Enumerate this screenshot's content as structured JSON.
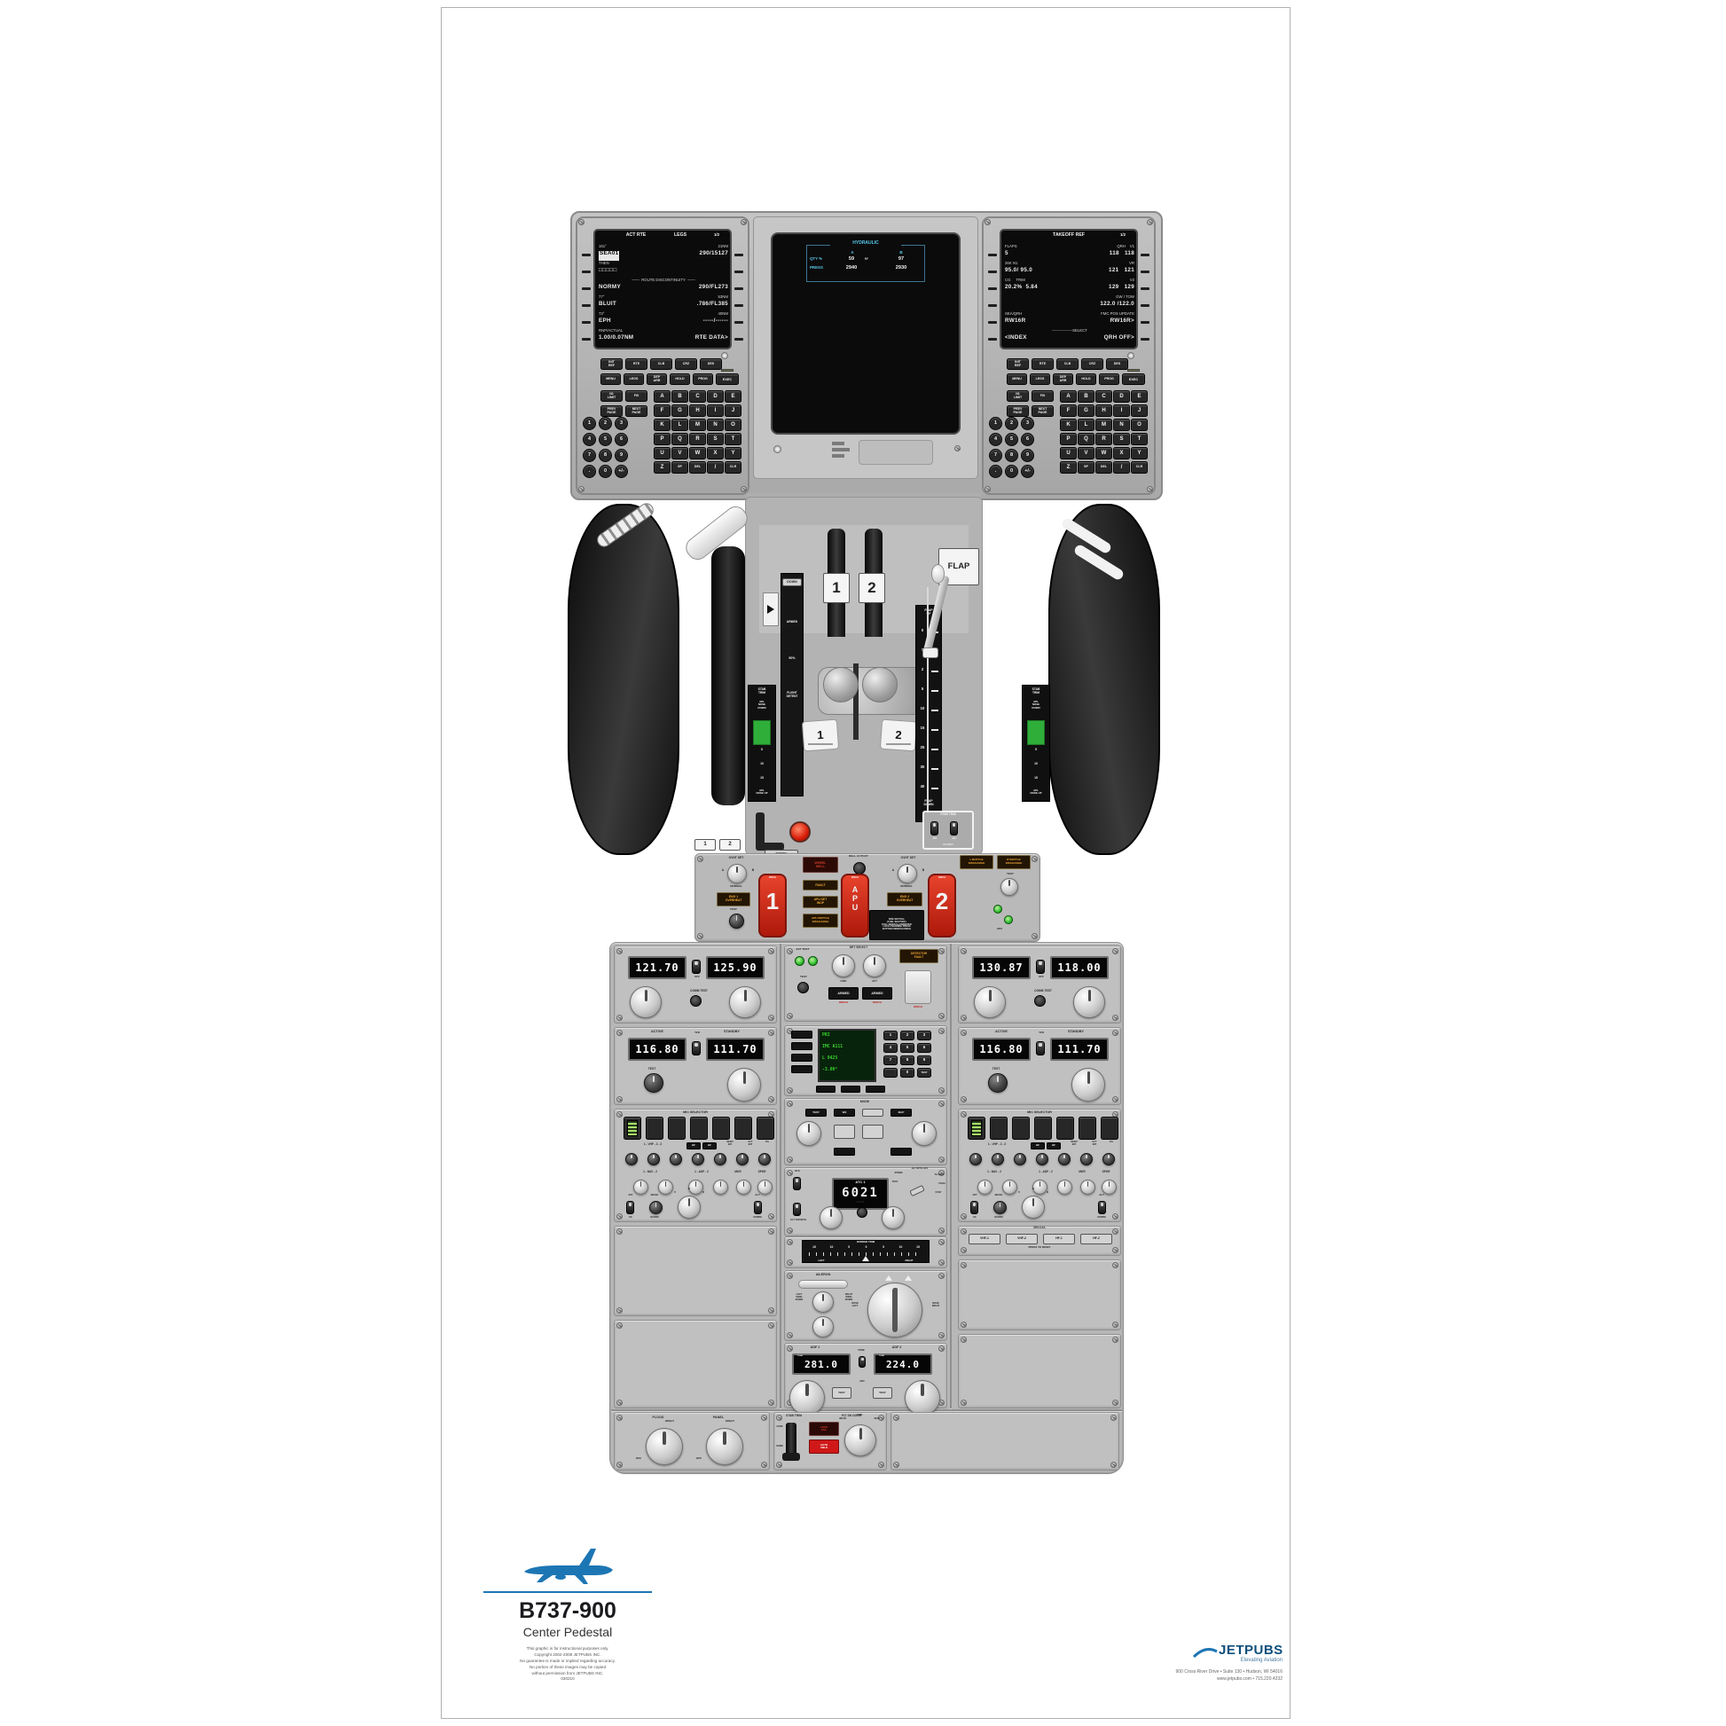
{
  "footer": {
    "model": "B737-900",
    "subtitle": "Center Pedestal",
    "fineprint": [
      "This graphic is for instructional purposes only.",
      "Copyright 2002-2008 JETPUBS INC.",
      "No guarantee is made or implied regarding accuracy.",
      "No portion of these images may be copied",
      "without permission from JETPUBS INC.",
      "030210"
    ],
    "brand": "JETPUBS",
    "tagline": "Elevating Aviation",
    "addr1": "900 Cross River Drive • Suite 130 • Hudson, WI 54016",
    "addr2": "www.jetpubs.com • 715.220.4232"
  },
  "cdu_keys": {
    "fn1": [
      "INIT\nREF",
      "RTE",
      "CLB",
      "CRZ",
      "DES"
    ],
    "fn2": [
      "MENU",
      "LEGS",
      "DEP\nARR",
      "HOLD",
      "PROG"
    ],
    "exec": "EXEC",
    "fn3": [
      "N1\nLIMIT",
      "FIX"
    ],
    "fn4": [
      "PREV\nPAGE",
      "NEXT\nPAGE"
    ],
    "letters": [
      "A",
      "B",
      "C",
      "D",
      "E",
      "F",
      "G",
      "H",
      "I",
      "J",
      "K",
      "L",
      "M",
      "N",
      "O",
      "P",
      "Q",
      "R",
      "S",
      "T",
      "U",
      "V",
      "W",
      "X",
      "Y",
      "Z",
      "SP",
      "DEL",
      "/",
      "CLR"
    ],
    "digits": [
      "1",
      "2",
      "3",
      "4",
      "5",
      "6",
      "7",
      "8",
      "9",
      ".",
      "0",
      "+/-"
    ]
  },
  "cdu_left": {
    "t1": "ACT RTE",
    "t2": "LEGS",
    "page": "1/2",
    "rows": [
      {
        "sl": "161°",
        "sr": "21NM",
        "bl": "SEA01",
        "br": "290/15127",
        "inv": true
      },
      {
        "sl": "THEN",
        "bl": "□□□□□"
      },
      {
        "sc": "——  ROUTE DISCONTINUITY  ——",
        "bl": "NORMY",
        "br": "290/FL273"
      },
      {
        "sl": "77°",
        "sr": "53NM",
        "bl": "BLUIT",
        "br": ".786/FL385"
      },
      {
        "sl": "73°",
        "sr": "40NM",
        "bl": "EPH",
        "br": "-----/------"
      },
      {
        "sl": "RNP/ACTUAL",
        "bl": "1.00/0.07NM",
        "br": "RTE DATA>"
      }
    ]
  },
  "cdu_right": {
    "t1": "TAKEOFF REF",
    "page": "1/2",
    "rows": [
      {
        "sl": "FLAPS",
        "sr": "QRH    V1",
        "bl": "5",
        "br": "118   118"
      },
      {
        "sl": "26K N1",
        "sr": "VR",
        "bl": "95.0/ 95.0",
        "br": "121   121"
      },
      {
        "sl": "CG     TRIM",
        "sr": "V2",
        "bl": "20.2%  5.84",
        "br": "129   129"
      },
      {
        "sr": "GW / TOW",
        "br": "122.0 /122.0"
      },
      {
        "sl": "SEA/QRH",
        "sr": "FMC POS UPDATE",
        "bl": "RW16R",
        "br": "RW16R>"
      },
      {
        "sc": "----------------SELECT",
        "bl": "<INDEX",
        "br": "QRH OFF>"
      }
    ]
  },
  "hyd": {
    "title": "HYDRAULIC",
    "a": "A",
    "b": "B",
    "qty": "QTY %",
    "press": "PRESS",
    "qty_a": "59",
    "qty_a2": "RF",
    "qty_b": "97",
    "press_a": "2940",
    "press_b": "2930"
  },
  "quadrant": {
    "flap": "FLAP",
    "flap_up": "FLAP\nUP",
    "flap_down": "FLAP\nDOWN",
    "detents": [
      "0",
      "1",
      "2",
      "5",
      "10",
      "15",
      "25",
      "30",
      "40"
    ],
    "sb_down": "DOWN",
    "sb_armed": "ARMED",
    "sb_50": "50%",
    "sb_fd": "FLIGHT\nDETENT",
    "stab_title": "STAB\nTRIM",
    "stab_nd": "APL\nNOSE\nDOWN",
    "stab_nu": "APL\nNOSE UP",
    "stab_scale": [
      "5",
      "10",
      "15"
    ],
    "flags": [
      "1",
      "2"
    ],
    "cutout_title": "STAB TRIM",
    "cutout_l": "PRI",
    "cutout_r": "B/U",
    "cutout_b": "CUTOUT",
    "park": "PARKING\nBRAKE",
    "tabs": [
      "1",
      "2"
    ]
  },
  "fire": {
    "ovht_det": "OVHT DET",
    "a": "A",
    "b": "B",
    "normal": "NORMAL",
    "eng1": "ENG 1\nOVERHEAT",
    "eng2": "ENG 2\nOVERHEAT",
    "test": "TEST",
    "wheel_well": "WHEEL\nWELL",
    "fault": "FAULT",
    "apu_det": "APU DET\nINOP",
    "apu_bottle": "APU BOTTLE\nDISCHARGE",
    "bell": "BELL CUTOUT",
    "l_bottle": "L BOTTLE\nDISCHARGE",
    "r_bottle": "R BOTTLE\nDISCHARGE",
    "h1": "1",
    "h2": "2",
    "hapu": "A\nP\nU",
    "disch": "DISCH",
    "placard": "FIRE SW PULL\n(FUEL SHUTOFF)\nPULL WHEN ILLUMINATED\nLOCK OVERRIDE PRESS\nBUTTON UNDER HANDLE",
    "apu": "APU"
  },
  "comm1": {
    "active": "121.70",
    "standby": "125.90",
    "off": "OFF",
    "test": "COMM TEST"
  },
  "comm2": {
    "active": "130.87",
    "standby": "118.00",
    "off": "OFF",
    "test": "COMM TEST"
  },
  "nav1": {
    "active": "116.80",
    "standby": "111.70",
    "al": "ACTIVE",
    "sl": "STANDBY",
    "tfr": "TFR",
    "test": "TEST"
  },
  "nav2": {
    "active": "116.80",
    "standby": "111.70",
    "al": "ACTIVE",
    "sl": "STANDBY",
    "tfr": "TFR",
    "test": "TEST"
  },
  "audio": {
    "header": "MIC SELECTOR",
    "vhf": "1 - VHF - 2 - 3",
    "hf": "HF",
    "serv": "SERV\nINT",
    "flt": "FLT\nINT",
    "pa": "PA",
    "nav": "1 - NAV - 2",
    "adf": "1 - ADF - 2",
    "mkr": "MKR",
    "spkr": "SPKR",
    "rt": "R/T",
    "ic": "I/C",
    "mask": "MASK",
    "boom": "BOOM",
    "v": "V",
    "b": "B",
    "r": "R",
    "alt": "ALT",
    "norm": "NORM"
  },
  "selcal": {
    "title": "SELCAL",
    "buttons": [
      "VHF-1",
      "VHF-2",
      "HF-1",
      "HF-2"
    ],
    "note": "PRESS TO RESET"
  },
  "cargo": {
    "ext": "EXT TEST",
    "det": "DET SELECT",
    "fwd": "FWD",
    "aft": "AFT",
    "test": "TEST",
    "armed": "ARMED",
    "disch": "DISCH",
    "fault": "DETECTOR\nFAULT"
  },
  "wxr": {
    "lines": [
      "PRI",
      "IMC  A111",
      "L 9425",
      "-3.00°"
    ],
    "keys": [
      "1",
      "2",
      "3",
      "4",
      "5",
      "6",
      "7",
      "8",
      "9"
    ],
    "zero": "0",
    "test": "TEST",
    "mode": "MODE",
    "m1": "TEST",
    "m2": "WX",
    "m3": "MAP"
  },
  "atc": {
    "label": "ATC 1",
    "code": "6021",
    "ident": "IDENT",
    "atc": "ATC",
    "alt_source": "ALT SOURCE",
    "modes": [
      "TEST",
      "XPNDR",
      "ALT RPTG OFF",
      "TA ONLY",
      "TA/RA",
      "STBY"
    ]
  },
  "rudder": {
    "title": "RUDDER TRIM",
    "scale": [
      "15",
      "10",
      "5",
      "0",
      "5",
      "10",
      "15"
    ],
    "left": "LEFT",
    "right": "RIGHT"
  },
  "aileron": {
    "title": "AILERON",
    "lwd": "LEFT\nWING\nDOWN",
    "rwd": "RIGHT\nWING\nDOWN",
    "nl": "NOSE\nLEFT",
    "nr": "NOSE\nRIGHT"
  },
  "adf": {
    "a1": "ADF 1",
    "a2": "ADF 2",
    "f1": "281.0",
    "f2": "224.0",
    "tone": "TONE",
    "ant": "ANT",
    "test": "TEST"
  },
  "lighting": {
    "flood": "FLOOD",
    "panel": "PANEL",
    "off": "OFF",
    "bright": "BRIGHT"
  },
  "door": {
    "stab": "STAB TRIM",
    "title": "FLT DK DOOR",
    "l1": "LOCK\nFAIL",
    "l2": "AUTO\nUNLK",
    "unlkd": "UNLKD",
    "auto": "AUTO",
    "deny": "DENY",
    "ovrd": "OVRD",
    "norm": "NORM"
  }
}
